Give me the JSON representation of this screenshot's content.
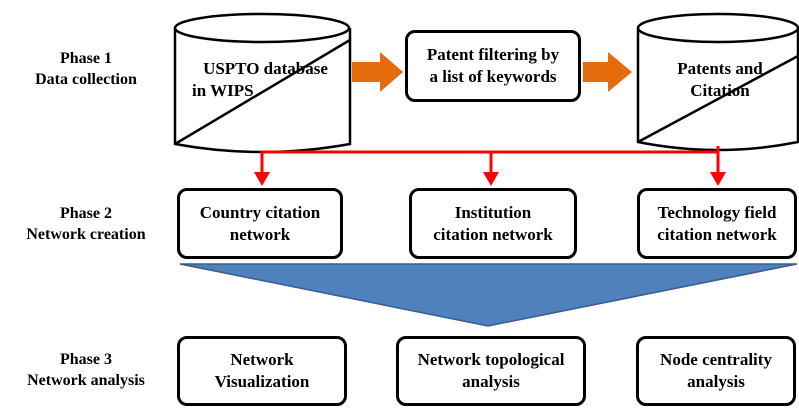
{
  "phases": [
    {
      "name": "Phase 1",
      "title": "Data collection"
    },
    {
      "name": "Phase 2",
      "title": "Network creation"
    },
    {
      "name": "Phase 3",
      "title": "Network analysis"
    }
  ],
  "phase1": {
    "database": {
      "line1": "USPTO database",
      "line2": "in WIPS"
    },
    "filtering": {
      "line1": "Patent filtering by",
      "line2": "a list of keywords"
    },
    "patents": {
      "line1": "Patents and",
      "line2": "Citation"
    }
  },
  "phase2": [
    {
      "line1": "Country citation",
      "line2": "network"
    },
    {
      "line1": "Institution",
      "line2": "citation network"
    },
    {
      "line1": "Technology field",
      "line2": "citation network"
    }
  ],
  "phase3": [
    {
      "line1": "Network",
      "line2": "Visualization"
    },
    {
      "line1": "Network topological",
      "line2": "analysis"
    },
    {
      "line1": "Node centrality",
      "line2": "analysis"
    }
  ],
  "colors": {
    "orange_arrow": "#E46C0A",
    "red_connector": "#FF0000",
    "funnel_blue": "#4F81BD",
    "funnel_edge": "#385D8A"
  }
}
